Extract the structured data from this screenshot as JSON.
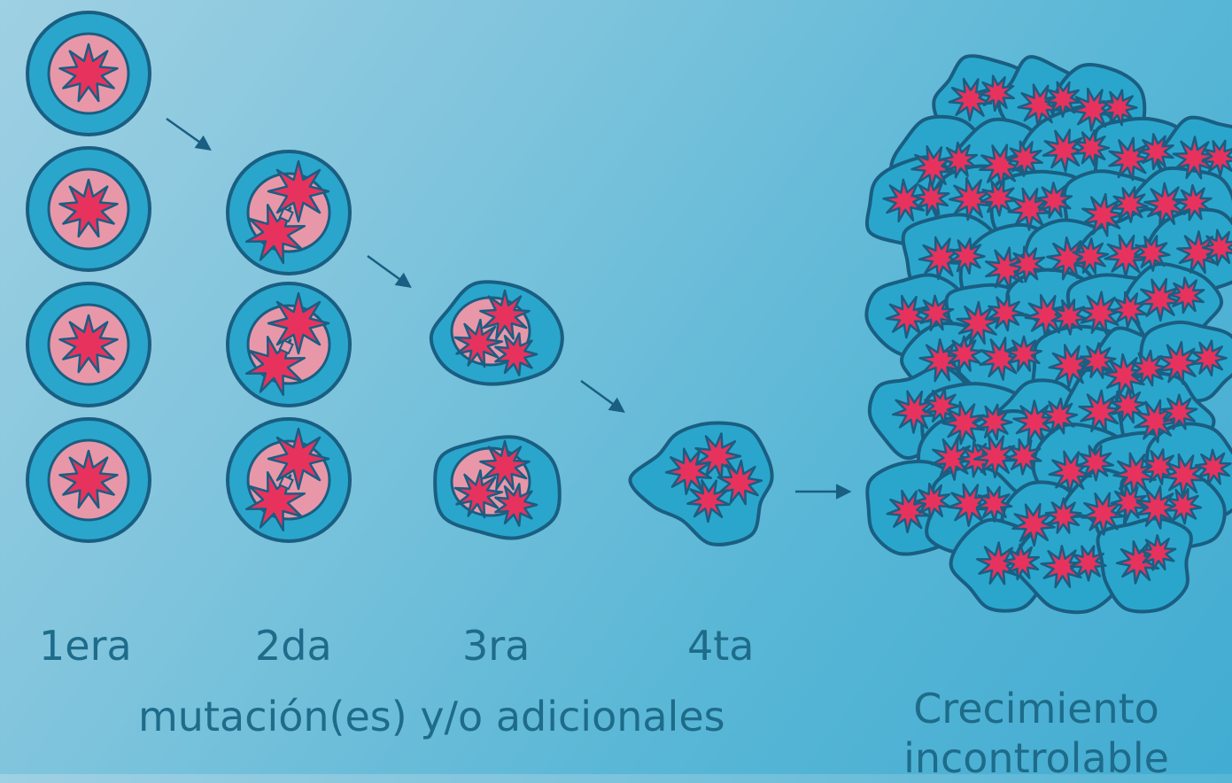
{
  "stage_labels": [
    "1era",
    "2da",
    "3ra",
    "4ta"
  ],
  "caption_mutations": "mutación(es) y/o adicionales",
  "caption_growth": {
    "line1": "Crecimiento",
    "line2": "incontrolable"
  },
  "colors": {
    "cell_body": "#2aa6cc",
    "cell_outline": "#1a5e82",
    "nucleus": "#e897a9",
    "mutation_star": "#e8325e",
    "label_text": "#1e6b8a"
  }
}
